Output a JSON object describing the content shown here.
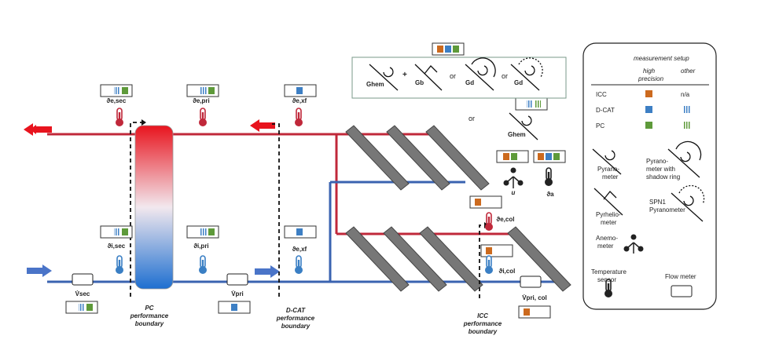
{
  "colors": {
    "hot": "#c0283a",
    "cold": "#3a63b0",
    "icc": "#cc6a1e",
    "dcat": "#3d7fc4",
    "pc": "#5e9a3a",
    "collector": "#7b7b7b"
  },
  "sensors": {
    "theta_e_sec": "ϑe,sec",
    "theta_e_pri": "ϑe,pri",
    "theta_e_xf_top": "ϑe,xf",
    "theta_i_sec": "ϑi,sec",
    "theta_i_pri": "ϑi,pri",
    "theta_e_xf_bottom": "ϑe,xf",
    "theta_e_col": "ϑe,col",
    "theta_i_col": "ϑi,col",
    "theta_a": "ϑa",
    "u": "u"
  },
  "flow": {
    "v_sec": "V̇sec",
    "v_pri": "V̇pri",
    "v_pri_col": "V̇pri, col"
  },
  "irradiance": {
    "g_hem": "Ghem",
    "plus": "+",
    "g_b": "Gb",
    "or1": "or",
    "g_d1": "Gd",
    "or2": "or",
    "g_d2": "Gd",
    "or3": "or",
    "g_hem2": "Ghem"
  },
  "boundaries": {
    "pc": [
      "PC",
      "performance",
      "boundary"
    ],
    "dcat": [
      "D-CAT",
      "performance",
      "boundary"
    ],
    "icc": [
      "ICC",
      "performance",
      "boundary"
    ]
  },
  "legend": {
    "title": "measurement setup",
    "col_high": [
      "high",
      "precision"
    ],
    "col_other": "other",
    "rows": [
      {
        "label": "ICC",
        "other": "n/a"
      },
      {
        "label": "D-CAT",
        "other": ""
      },
      {
        "label": "PC",
        "other": ""
      }
    ],
    "pyranometer": [
      "Pyrano-",
      "meter"
    ],
    "pyranometer_ring": [
      "Pyrano-",
      "meter with",
      "shadow ring"
    ],
    "pyrheliometer": [
      "Pyrhelio-",
      "meter"
    ],
    "spn1": [
      "SPN1",
      "Pyranometer"
    ],
    "anemometer": [
      "Anemo-",
      "meter"
    ],
    "temp_sensor": [
      "Temperature",
      "sensor"
    ],
    "flow_meter": "Flow meter"
  }
}
